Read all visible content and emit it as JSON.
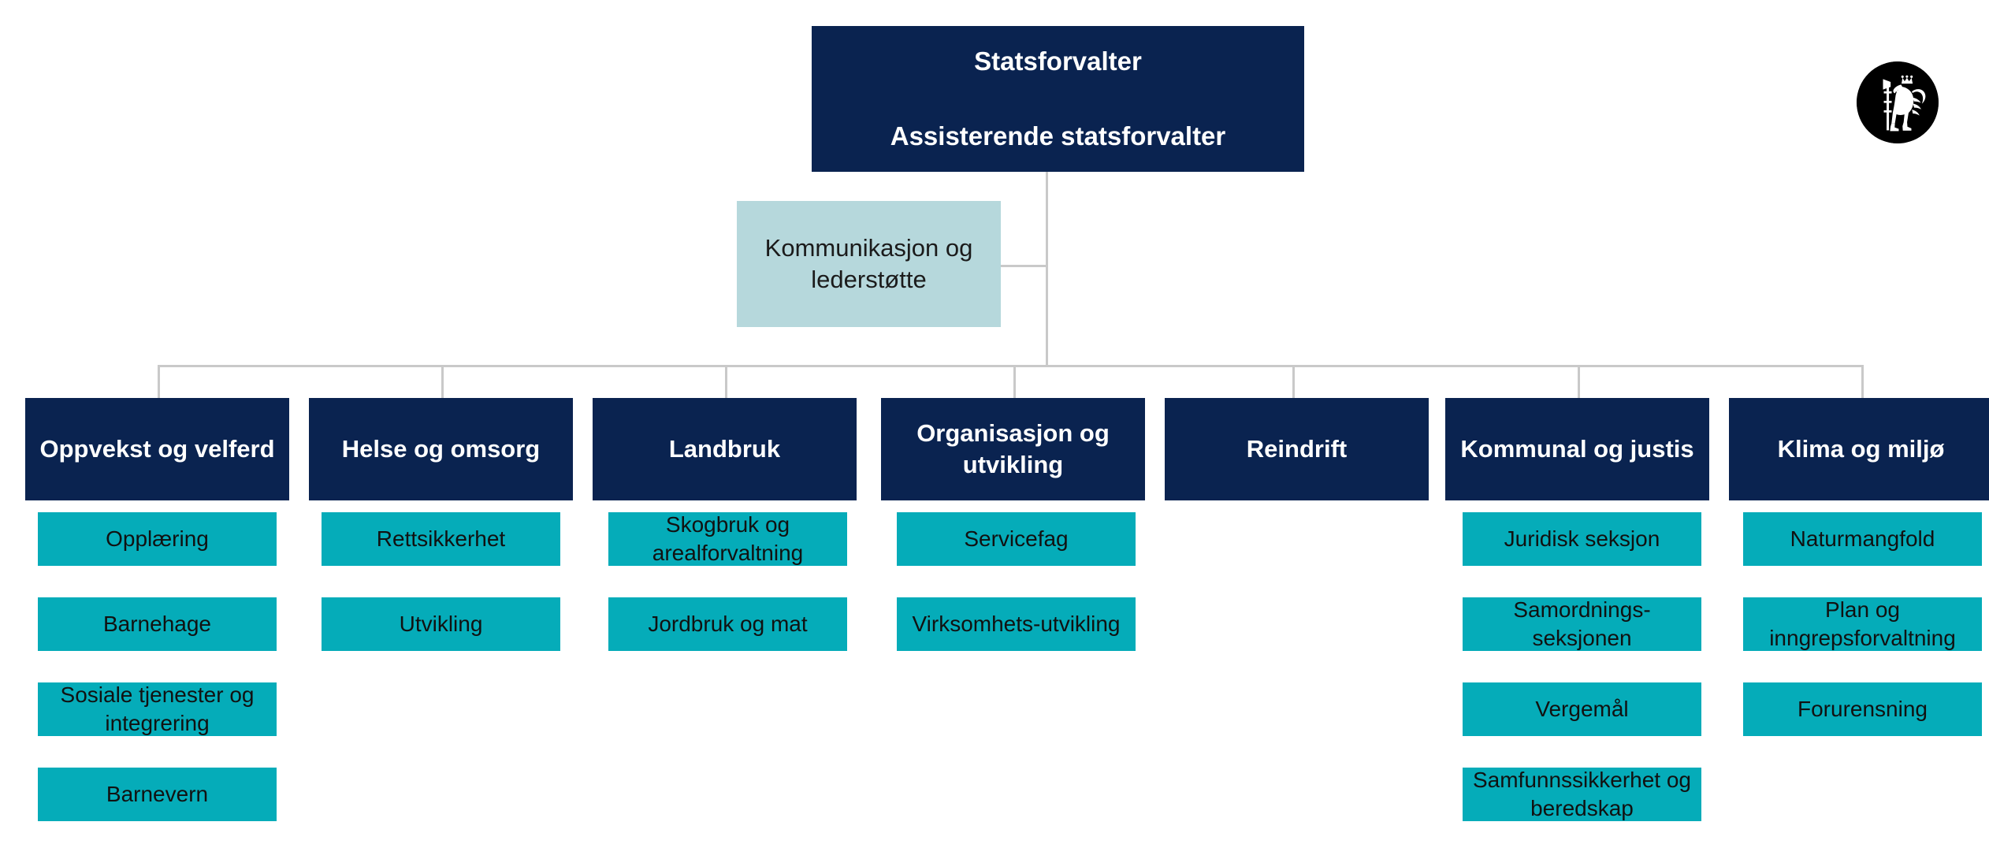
{
  "org_chart": {
    "colors": {
      "navy": "#0a2350",
      "teal": "#05acb9",
      "light_blue": "#b6d8dc",
      "connector": "#c9c9c9",
      "background": "#ffffff",
      "logo_background": "#000000",
      "logo_figure": "#ffffff",
      "dark_text": "#111111",
      "light_text": "#ffffff"
    },
    "top": {
      "line1": "Statsforvalter",
      "line2": "Assisterende statsforvalter"
    },
    "staff": {
      "label": "Kommunikasjon og lederstøtte"
    },
    "logo": {
      "name": "norwegian-coat-of-arms-lion-icon"
    },
    "departments": [
      {
        "label": "Oppvekst og velferd",
        "units": [
          "Opplæring",
          "Barnehage",
          "Sosiale tjenester og integrering",
          "Barnevern"
        ]
      },
      {
        "label": "Helse og omsorg",
        "units": [
          "Rettsikkerhet",
          "Utvikling"
        ]
      },
      {
        "label": "Landbruk",
        "units": [
          "Skogbruk og arealforvaltning",
          "Jordbruk og mat"
        ]
      },
      {
        "label": "Organisasjon og utvikling",
        "units": [
          "Servicefag",
          "Virksomhets-utvikling"
        ]
      },
      {
        "label": "Reindrift",
        "units": []
      },
      {
        "label": "Kommunal og justis",
        "units": [
          "Juridisk seksjon",
          "Samordnings-seksjonen",
          "Vergemål",
          "Samfunnssikkerhet og beredskap"
        ]
      },
      {
        "label": "Klima og miljø",
        "units": [
          "Naturmangfold",
          "Plan og inngrepsforvaltning",
          "Forurensning"
        ]
      }
    ]
  }
}
